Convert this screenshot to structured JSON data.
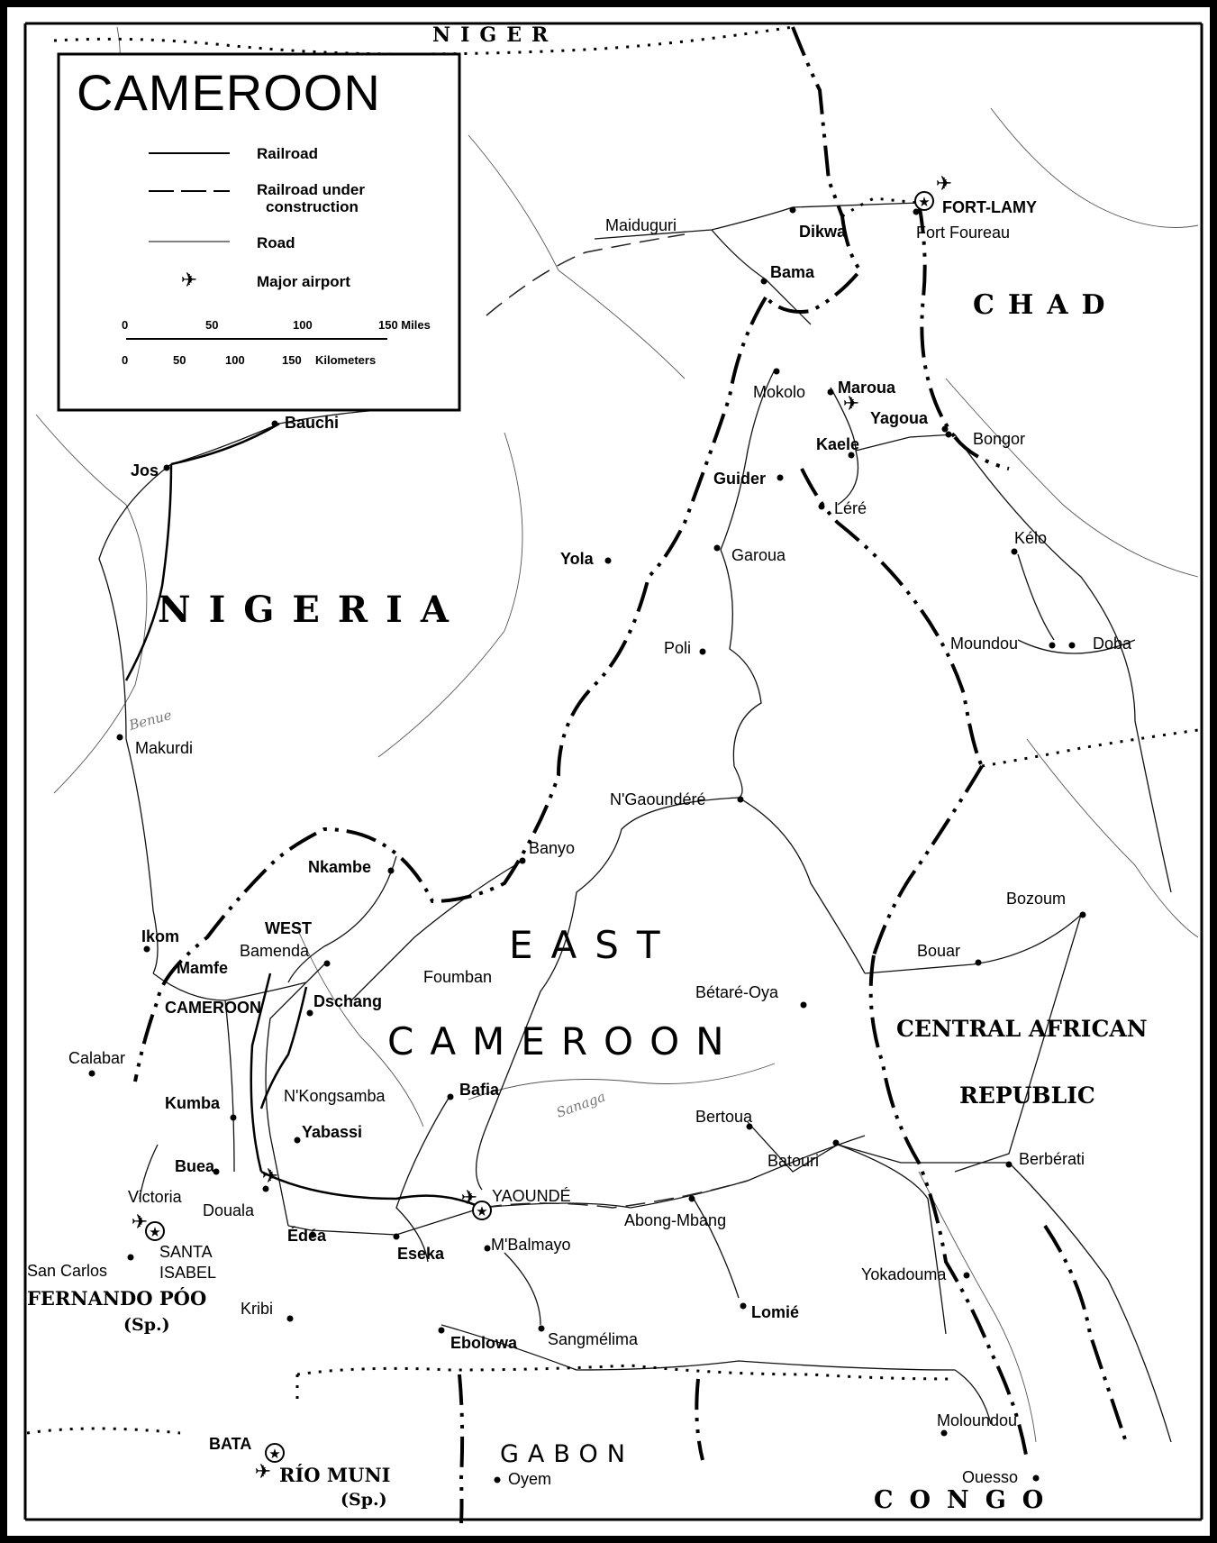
{
  "map": {
    "title": "CAMEROON",
    "legend": {
      "railroad": "Railroad",
      "railroad_uc_1": "Railroad under",
      "railroad_uc_2": "construction",
      "road": "Road",
      "airport": "Major airport"
    },
    "scale": {
      "miles": [
        "0",
        "50",
        "100",
        "150 Miles"
      ],
      "km": [
        "0",
        "50",
        "100",
        "150",
        "Kilometers"
      ]
    },
    "countries": {
      "niger": "NIGER",
      "nigeria": "NIGERIA",
      "chad": "CHAD",
      "east": "EAST",
      "cameroon_east": "CAMEROON",
      "car_1": "CENTRAL AFRICAN",
      "car_2": "REPUBLIC",
      "gabon": "GABON",
      "congo": "CONGO",
      "west": "WEST",
      "west_cameroon": "CAMEROON",
      "fernando_poo": "FERNANDO PÓO",
      "fernando_sp": "(Sp.)",
      "rio_muni": "RÍO MUNI",
      "rio_sp": "(Sp.)"
    },
    "cities": {
      "fort_lamy": "FORT-LAMY",
      "fort_foureau": "Fort Foureau",
      "maiduguri": "Maiduguri",
      "dikwa": "Dikwa",
      "bama": "Bama",
      "mokolo": "Mokolo",
      "maroua": "Maroua",
      "yagoua": "Yagoua",
      "bongor": "Bongor",
      "kaele": "Kaele",
      "guider": "Guider",
      "lere": "Léré",
      "kelo": "Kélo",
      "bauchi": "Bauchi",
      "jos": "Jos",
      "yola": "Yola",
      "garoua": "Garoua",
      "poli": "Poli",
      "moundou": "Moundou",
      "doba": "Doba",
      "makurdi": "Makurdi",
      "ngaoundere": "N'Gaoundéré",
      "banyo": "Banyo",
      "nkambe": "Nkambe",
      "bozoum": "Bozoum",
      "ikom": "Ikom",
      "bamenda": "Bamenda",
      "mamfe": "Mamfe",
      "foumban": "Foumban",
      "bouar": "Bouar",
      "dschang": "Dschang",
      "betare_oya": "Bétaré-Oya",
      "calabar": "Calabar",
      "kumba": "Kumba",
      "nkongsamba": "N'Kongsamba",
      "bafia": "Bafia",
      "yabassi": "Yabassi",
      "bertoua": "Bertoua",
      "batouri": "Batouri",
      "berberati": "Berbérati",
      "buea": "Buea",
      "victoria": "Victoria",
      "douala": "Douala",
      "yaounde": "YAOUNDÉ",
      "abong_mbang": "Abong-Mbang",
      "edea": "Édéa",
      "eseka": "Eseka",
      "mbalmayo": "M'Balmayo",
      "santa_isabel_1": "SANTA",
      "santa_isabel_2": "ISABEL",
      "san_carlos": "San Carlos",
      "yokadouma": "Yokadouma",
      "kribi": "Kribi",
      "lomie": "Lomié",
      "ebolowa": "Ebolowa",
      "sangmelima": "Sangmélima",
      "moloundou": "Moloundou",
      "bata": "BATA",
      "oyem": "Oyem",
      "ouesso": "Ouesso"
    },
    "rivers": {
      "benue": "Benue",
      "sanaga": "Sanaga"
    }
  }
}
